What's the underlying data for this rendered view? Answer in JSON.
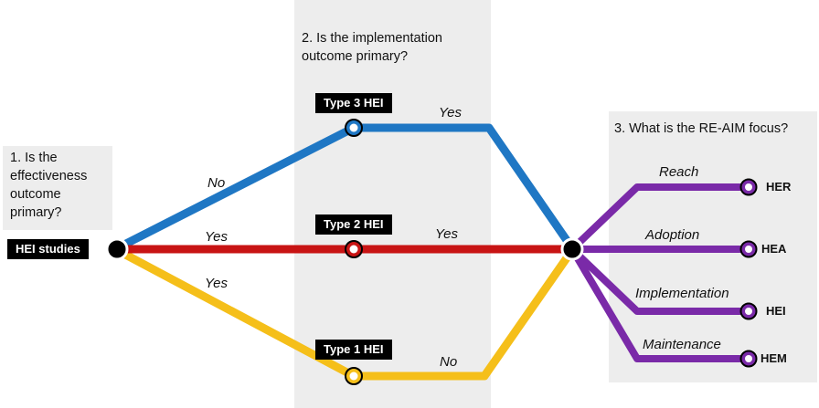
{
  "questions": {
    "q1": "1. Is the\neffectiveness\noutcome\nprimary?",
    "q2": "2. Is the implementation\noutcome primary",
    "q2_mark": "?",
    "q3": "3. What is the RE-AIM focus?"
  },
  "start_label": "HEI studies",
  "types": {
    "type3": "Type 3 HEI",
    "type2": "Type 2 HEI",
    "type1": "Type 1 HEI"
  },
  "branches": {
    "no_to_type3": "No",
    "yes_to_type2": "Yes",
    "yes_to_type1": "Yes",
    "type3_yes": "Yes",
    "type2_yes": "Yes",
    "type1_no": "No"
  },
  "reaim": {
    "reach": "Reach",
    "adoption": "Adoption",
    "implementation": "Implementation",
    "maintenance": "Maintenance"
  },
  "endpoints": {
    "her": "HER",
    "hea": "HEA",
    "hei": "HEI",
    "hem": "HEM"
  },
  "colors": {
    "blue": "#1f77c4",
    "red": "#c81414",
    "yellow": "#f5bf1a",
    "purple": "#7a2aa8",
    "panel": "#ededed"
  }
}
